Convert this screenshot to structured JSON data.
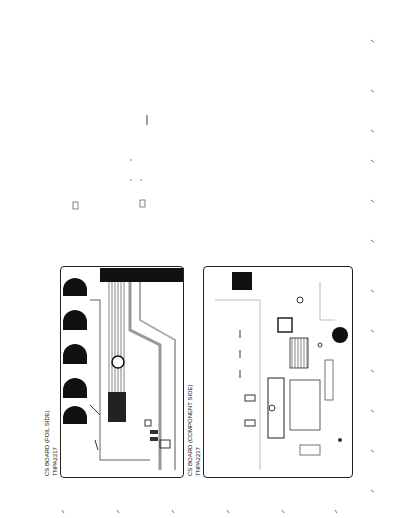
{
  "diagram": {
    "nodes": [
      {
        "text": [
          "CS BOARD (FOIL SIDE)",
          "TNPA2217"
        ]
      },
      {
        "text": [
          "CS BOARD (COMPONENT SIDE)",
          "TNPA2217"
        ]
      }
    ]
  }
}
